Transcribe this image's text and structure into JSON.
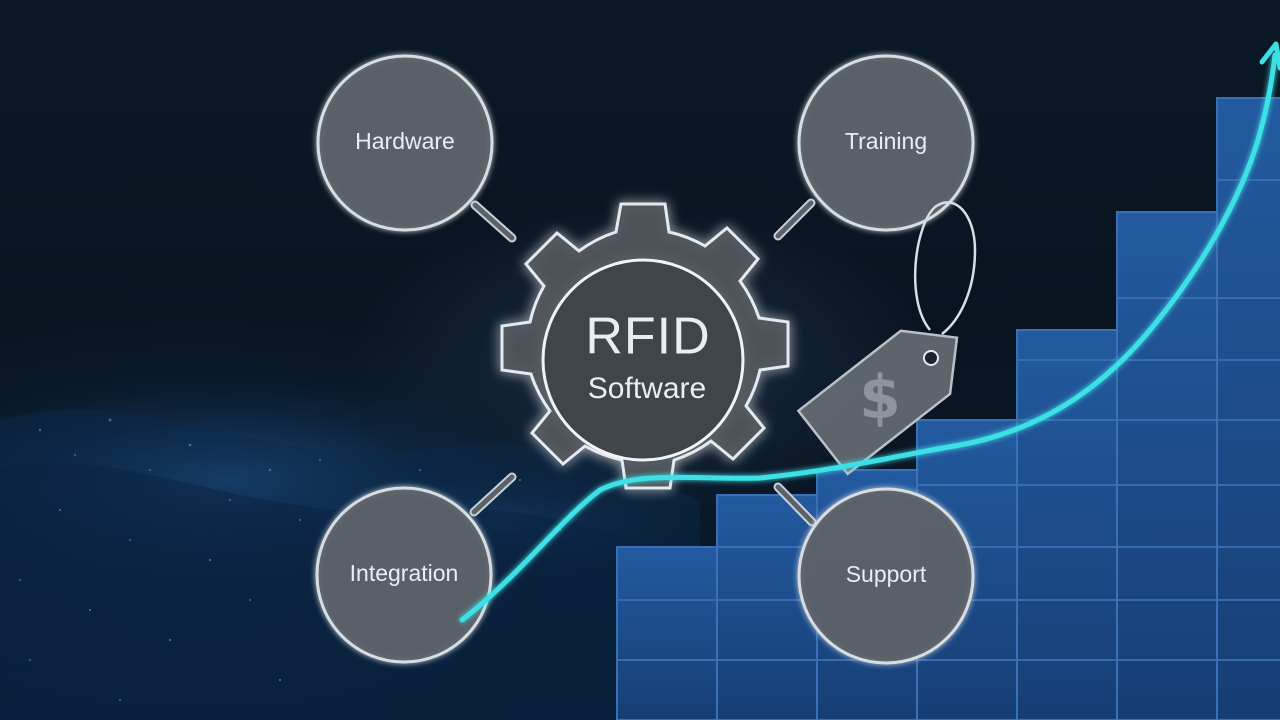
{
  "hub": {
    "title": "RFID",
    "subtitle": "Software"
  },
  "nodes": [
    {
      "id": "hardware",
      "label": "Hardware"
    },
    {
      "id": "training",
      "label": "Training"
    },
    {
      "id": "integration",
      "label": "Integration"
    },
    {
      "id": "support",
      "label": "Support"
    }
  ],
  "price_tag": {
    "symbol": "$"
  },
  "colors": {
    "background": "#07121f",
    "node_fill": "#5a6168",
    "node_stroke": "#d6dde3",
    "bars": "#1c4d8c",
    "trend_line": "#3ee0e6"
  }
}
